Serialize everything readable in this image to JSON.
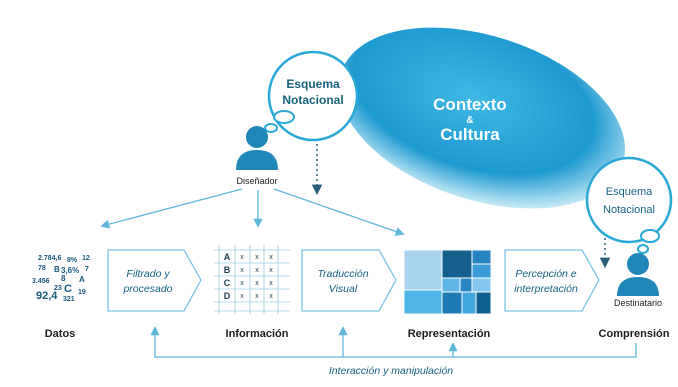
{
  "context": {
    "line1": "Contexto",
    "amp": "&",
    "line2": "Cultura"
  },
  "bubble_designer": {
    "line1": "Esquema",
    "line2": "Notacional"
  },
  "bubble_recipient": {
    "line1": "Esquema",
    "line2": "Notacional"
  },
  "designer_label": "Diseñador",
  "recipient_label": "Destinatario",
  "raw_numbers": [
    "2.784,6",
    "8%",
    "12",
    "78",
    "B",
    "3,6%",
    "7",
    "3.456",
    "8",
    "A",
    "23",
    "C",
    "19",
    "92,4",
    "321"
  ],
  "process_steps": [
    {
      "line1": "Filtrado y",
      "line2": "procesado"
    },
    {
      "line1": "Traducción",
      "line2": "Visual"
    },
    {
      "line1": "Percepción e",
      "line2": "interpretación"
    }
  ],
  "table_rows": [
    "A",
    "B",
    "C",
    "D"
  ],
  "table_cell": "x",
  "stage_labels": [
    "Datos",
    "Información",
    "Representación",
    "Comprensión"
  ],
  "interaction_label": "Interacción y manipulación",
  "colors": {
    "accent": "#29a8d6",
    "accent_dark": "#0f6e9c",
    "arrow": "#5fb7dc",
    "text": "#1d1d1d",
    "step_text": "#16627f"
  }
}
